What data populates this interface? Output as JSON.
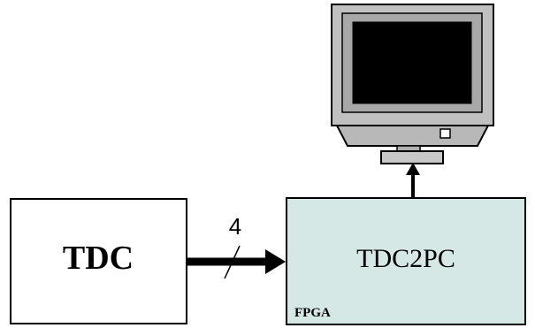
{
  "diagram": {
    "tdc_block": {
      "label": "TDC",
      "fill": "#ffffff"
    },
    "fpga_block": {
      "label": "TDC2PC",
      "sublabel": "FPGA",
      "fill": "#d6e8e6"
    },
    "bus": {
      "width_label": "4"
    },
    "monitor": {
      "icon": "monitor-icon",
      "screen_color": "#000000",
      "bezel_color": "#bfbfbf"
    },
    "colors": {
      "stroke": "#000000"
    }
  }
}
